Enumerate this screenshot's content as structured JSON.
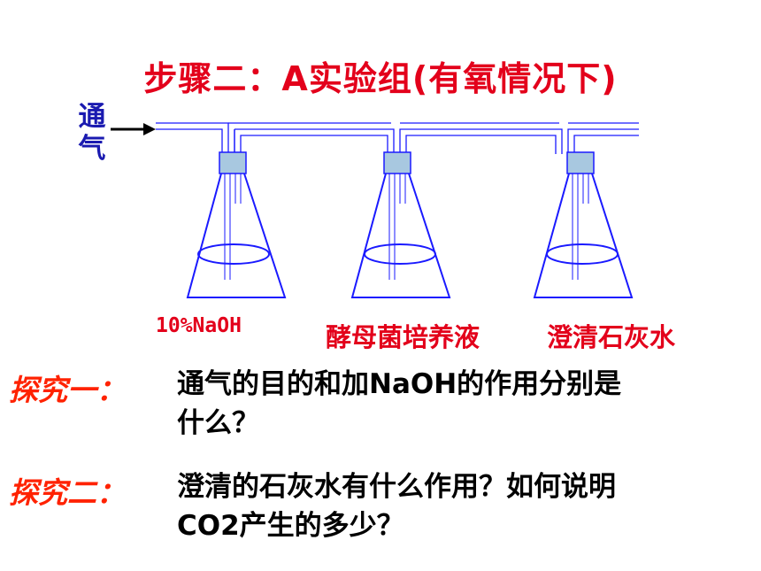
{
  "title": "步骤二：A实验组(有氧情况下)",
  "inlet": {
    "line1": "通",
    "line2": "气"
  },
  "flasks": [
    {
      "label": "10%NaOH"
    },
    {
      "label": "酵母菌培养液"
    },
    {
      "label": "澄清石灰水"
    }
  ],
  "questions": [
    {
      "label": "探究一：",
      "line1": "通气的目的和加NaOH的作用分别是",
      "line2": "什么？"
    },
    {
      "label": "探究二：",
      "line1": "澄清的石灰水有什么作用？如何说明",
      "line2": "CO2产生的多少？"
    }
  ],
  "colors": {
    "title": "#e3001b",
    "glass": "#1a1aff",
    "stopper": "#a8c8e0",
    "inlet": "#1a1ab0",
    "question_label": "#ff2200"
  }
}
